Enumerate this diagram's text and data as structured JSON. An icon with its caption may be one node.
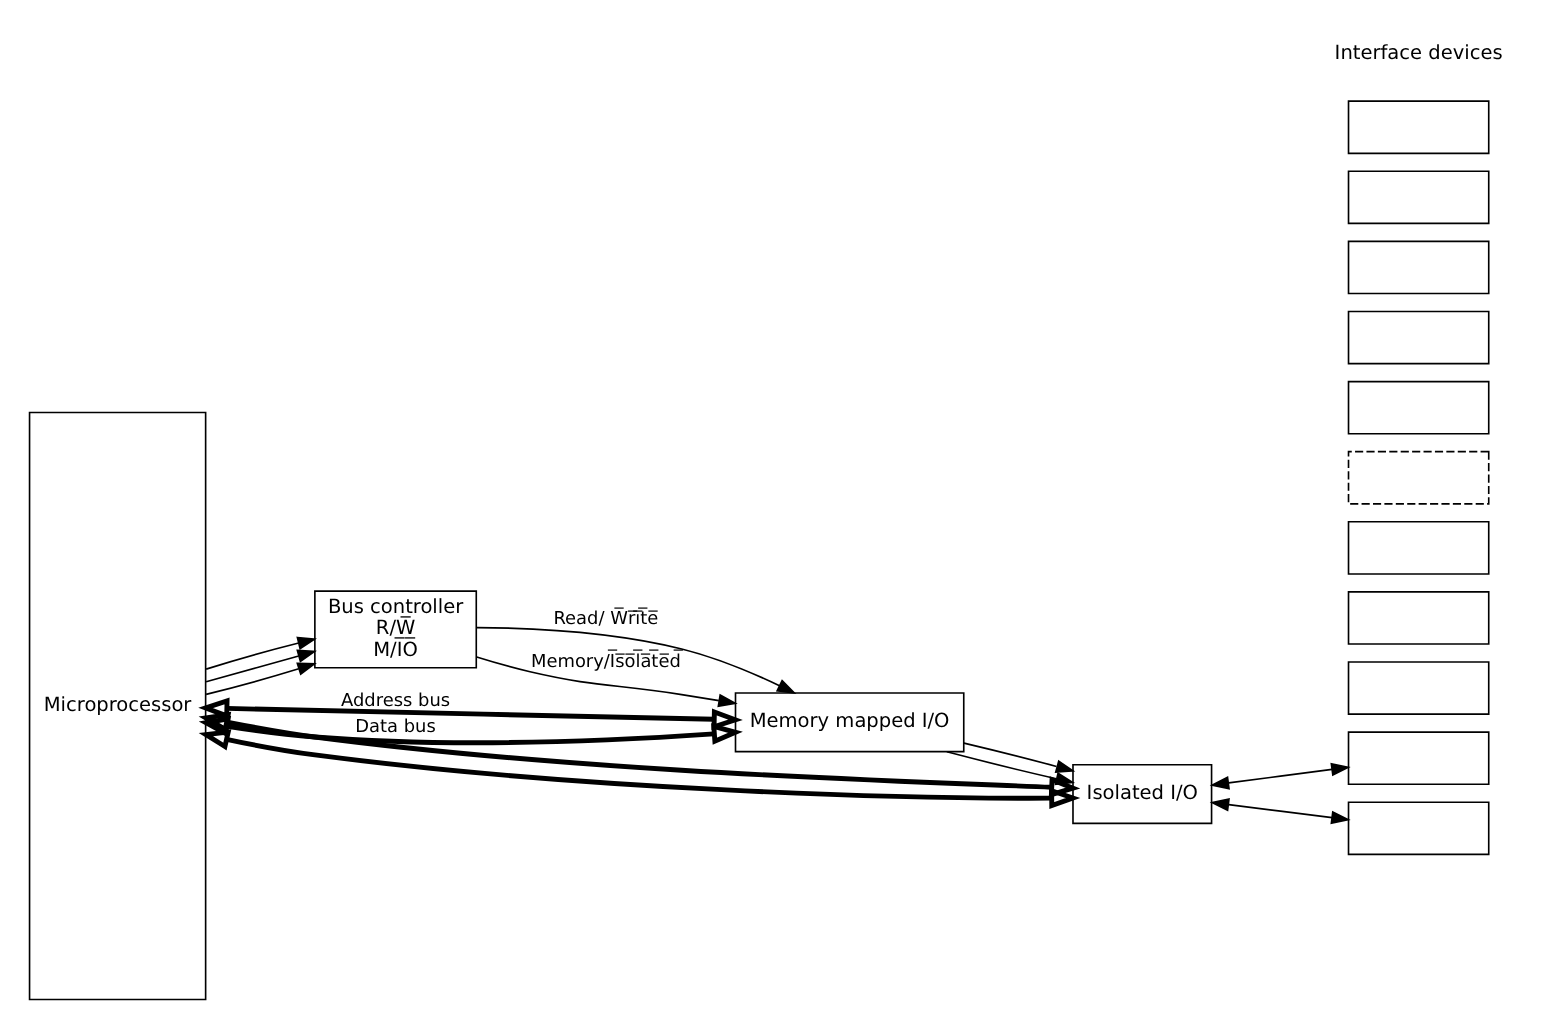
{
  "diagram": {
    "nodes": [
      {
        "text": [
          "Microprocessor"
        ]
      },
      {
        "text": [
          "Bus controller",
          "R/W̅",
          "M/I̅O̅"
        ]
      },
      {
        "text": [
          "Memory mapped I/O"
        ]
      },
      {
        "text": [
          "Isolated I/O"
        ]
      },
      {
        "text": [],
        "shape": "box"
      },
      {
        "text": [],
        "shape": "box"
      },
      {
        "text": [],
        "shape": "box"
      },
      {
        "text": [],
        "shape": "box"
      },
      {
        "text": [],
        "shape": "box"
      },
      {
        "text": [],
        "shape": "box"
      },
      {
        "text": [],
        "shape": "box"
      },
      {
        "text": [],
        "shape": "box"
      },
      {
        "text": [],
        "shape": "box"
      },
      {
        "text": [],
        "shape": "box"
      },
      {
        "text": [],
        "shape": "box"
      }
    ],
    "edges": [
      {
        "from": 0,
        "to": 1,
        "arrow": "to"
      },
      {
        "from": 0,
        "to": 1,
        "arrow": "to"
      },
      {
        "from": 0,
        "to": 1,
        "arrow": "to"
      },
      {
        "from": 1,
        "to": 2,
        "arrow": "to",
        "label": "Read/ W̅r̅i̅t̅e̅"
      },
      {
        "from": 1,
        "to": 2,
        "arrow": "to",
        "label": "Memory/I̅s̅o̅l̅a̅t̅e̅d̅"
      },
      {
        "from": 0,
        "to": 2,
        "arrow": "both",
        "label": "Address bus",
        "style": "thick"
      },
      {
        "from": 0,
        "to": 2,
        "arrow": "both",
        "label": "Data bus",
        "style": "thick"
      },
      {
        "from": 0,
        "to": 3,
        "arrow": "both",
        "style": "thick"
      },
      {
        "from": 0,
        "to": 3,
        "arrow": "both",
        "style": "thick"
      },
      {
        "from": 2,
        "to": 3,
        "arrow": "to"
      },
      {
        "from": 2,
        "to": 3,
        "arrow": "to"
      },
      {
        "from": 3,
        "to": 4,
        "arrow": "both"
      },
      {
        "from": 3,
        "to": 14,
        "arrow": "both"
      }
    ],
    "labels": [
      "Interface devices"
    ]
  }
}
